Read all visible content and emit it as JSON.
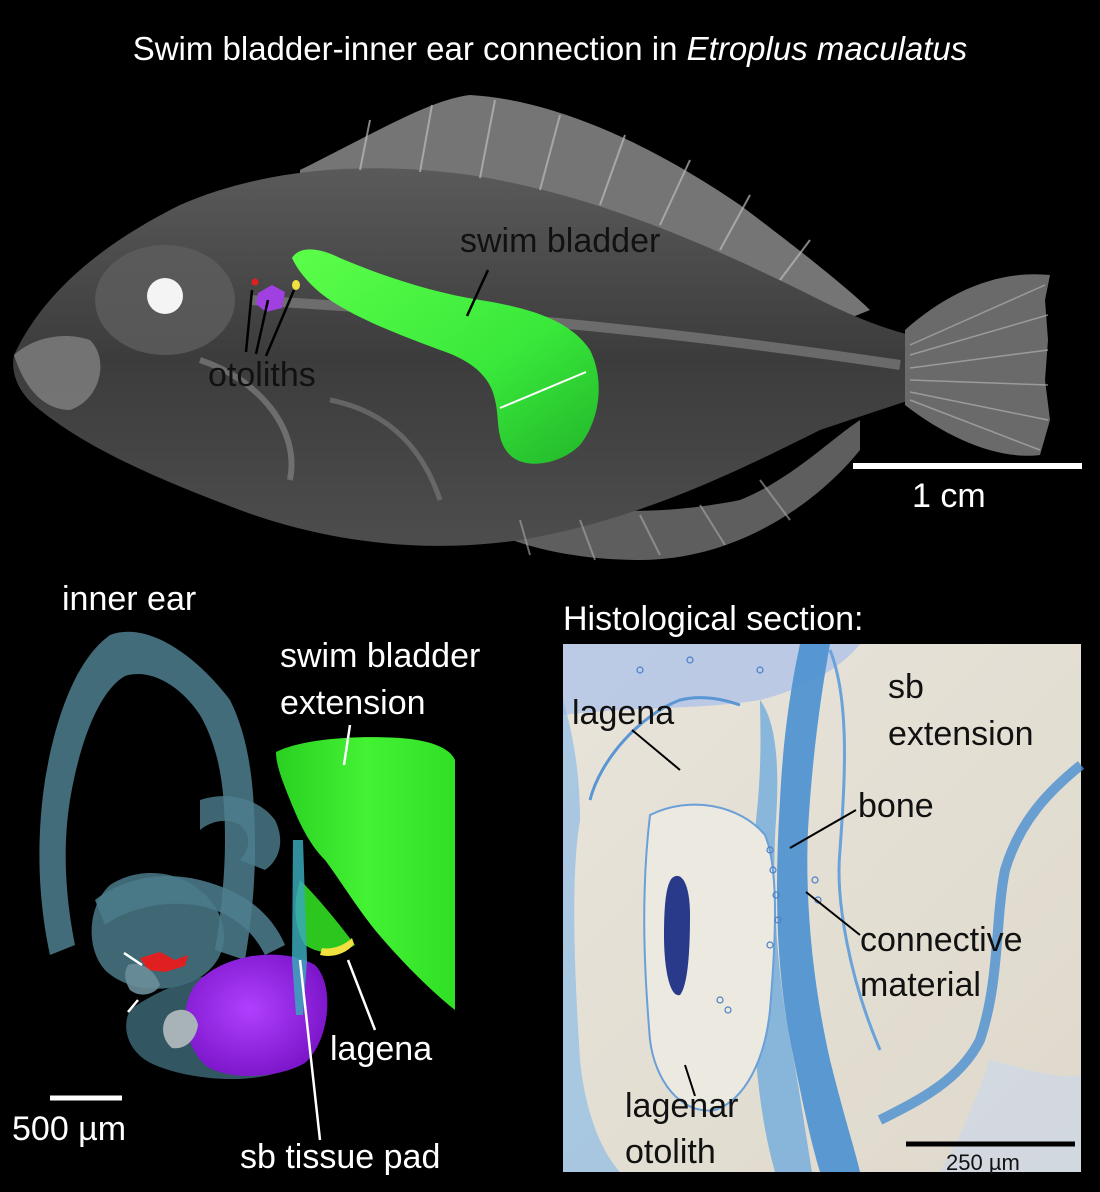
{
  "title": {
    "prefix": "Swim bladder-inner ear connection in ",
    "species": "Etroplus maculatus"
  },
  "fish_panel": {
    "labels": {
      "swim_bladder": "swim bladder",
      "otoliths": "otoliths"
    },
    "scale_bar": "1 cm",
    "colors": {
      "swim_bladder": "#39e83a",
      "otolith_purple": "#a040e0",
      "otolith_red": "#e02020",
      "otolith_yellow": "#f0e040"
    }
  },
  "inner_ear_panel": {
    "labels": {
      "heading": "inner ear",
      "sb_extension_line1": "swim bladder",
      "sb_extension_line2": "extension",
      "lagena": "lagena",
      "sb_tissue_pad": "sb tissue pad"
    },
    "scale_bar": "500 µm",
    "colors": {
      "ear_tissue": "#4e7f8f",
      "sb_extension": "#33ee22",
      "lagenar_otolith": "#9a22ee"
    }
  },
  "histology_panel": {
    "heading": "Histological section:",
    "labels": {
      "lagena": "lagena",
      "sb_extension_line1": "sb",
      "sb_extension_line2": "extension",
      "bone": "bone",
      "connective_line1": "connective",
      "connective_line2": "material",
      "lagenar_otolith_line1": "lagenar",
      "lagenar_otolith_line2": "otolith"
    },
    "scale_bar": "250 µm",
    "colors": {
      "background": "#e6e1d6",
      "stain": "#4a90d0"
    }
  }
}
